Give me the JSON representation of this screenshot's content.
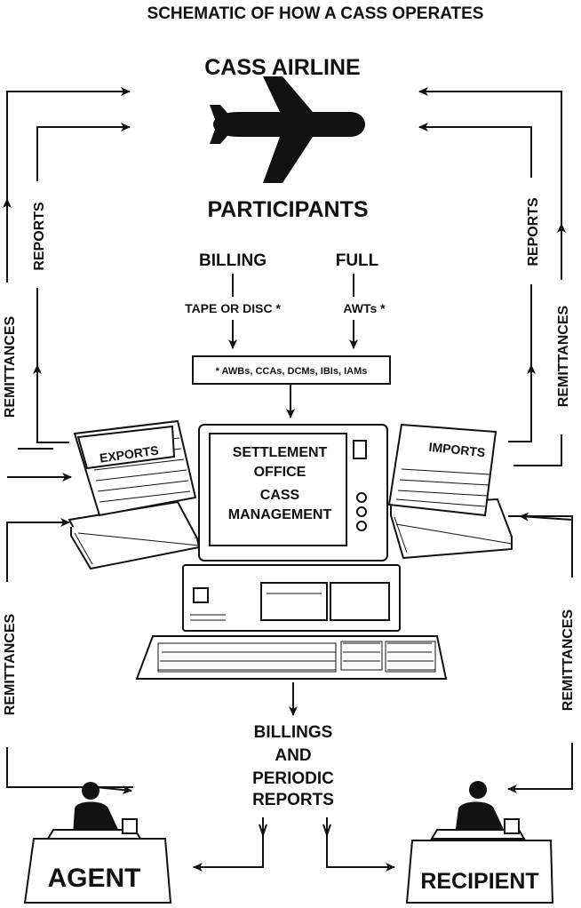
{
  "title": "SCHEMATIC OF HOW A CASS OPERATES",
  "airline": {
    "top_label": "CASS AIRLINE",
    "bottom_label": "PARTICIPANTS"
  },
  "billing": {
    "left_heading": "BILLING",
    "right_heading": "FULL",
    "left_medium": "TAPE OR DISC *",
    "right_medium": "AWTs *",
    "documents": "* AWBs, CCAs, DCMs, IBIs, IAMs"
  },
  "settlement": {
    "line1": "SETTLEMENT",
    "line2": "OFFICE",
    "line3": "CASS",
    "line4": "MANAGEMENT"
  },
  "exports_label": "EXPORTS",
  "imports_label": "IMPORTS",
  "side_labels": {
    "left_reports": "REPORTS",
    "left_remittances_upper": "REMITTANCES",
    "left_remittances_lower": "REMITTANCES",
    "right_reports": "REPORTS",
    "right_remittances_upper": "REMITTANCES",
    "right_remittances_lower": "REMITTANCES"
  },
  "output": {
    "line1": "BILLINGS",
    "line2": "AND",
    "line3": "PERIODIC",
    "line4": "REPORTS"
  },
  "agent_label": "AGENT",
  "recipient_label": "RECIPIENT",
  "colors": {
    "ink": "#111111",
    "paper": "#ffffff"
  },
  "icons": [
    "airplane-icon",
    "computer-icon",
    "keyboard-icon",
    "person-phone-icon"
  ]
}
